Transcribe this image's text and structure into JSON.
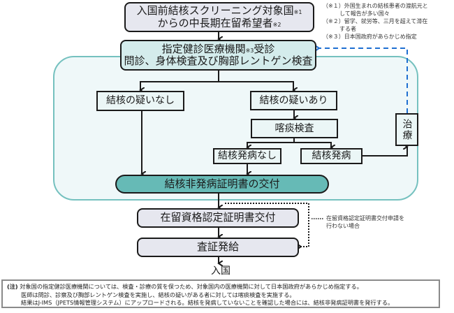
{
  "diagram": {
    "start_box": {
      "line1": "入国前結核スクリーニング対象国",
      "line1_mark": "※1",
      "line2": "からの中長期在留希望者",
      "line2_mark": "※2"
    },
    "exam_box": {
      "line1": "指定健診医療機関",
      "line1_mark": "※3",
      "line1_suffix": "受診",
      "line2": "問診、身体検査及び胸部レントゲン検査"
    },
    "no_suspicion": "結核の疑いなし",
    "suspicion": "結核の疑いあり",
    "sputum_test": "喀痰検査",
    "no_onset": "結核発病なし",
    "onset": "結核発病",
    "treatment": "治療",
    "certificate": "結核非発病証明書の交付",
    "coe_issue": "在留資格認定証明書交付",
    "visa_issue": "査証発給",
    "entry": "入国",
    "dotted_legend": {
      "line1": "在留資格認定証明書交付申請を",
      "line2": "行わない場合"
    }
  },
  "notes": [
    {
      "mark": "（※１）",
      "text": "外国生まれの結核患者の渡航元と",
      "cont": "して報告が多い国々"
    },
    {
      "mark": "（※２）",
      "text": "留学、就労等、三月を超えて滞在",
      "cont": "する者"
    },
    {
      "mark": "（※３）",
      "text": "日本国政府があらかじめ指定",
      "cont": ""
    }
  ],
  "footnote": {
    "label": "(注)",
    "line1": "対象国の指定健診医療機関については、検査・診療の質を保つため、対象国内の医療機関に対して日本国政府があらかじめ指定する。",
    "line2": "医師は問診、診察及び胸部レントゲン検査を実施し、結核の疑いがある者に対しては喀痰検査を実施する。",
    "line3": "結果はJ-IMS（JPETS情報管理システム）にアップロードされる。結核を発病していないことを確認した場合には、結核非発病証明書を発行する。"
  },
  "colors": {
    "container_border": "#75c1bf",
    "container_fill": "#eff8f9",
    "certificate_fill": "#66bab6",
    "exam_fill": "#d4ecec",
    "start_fill": "#e6e7ef",
    "feedback_arrow": "#1f6fd1"
  }
}
